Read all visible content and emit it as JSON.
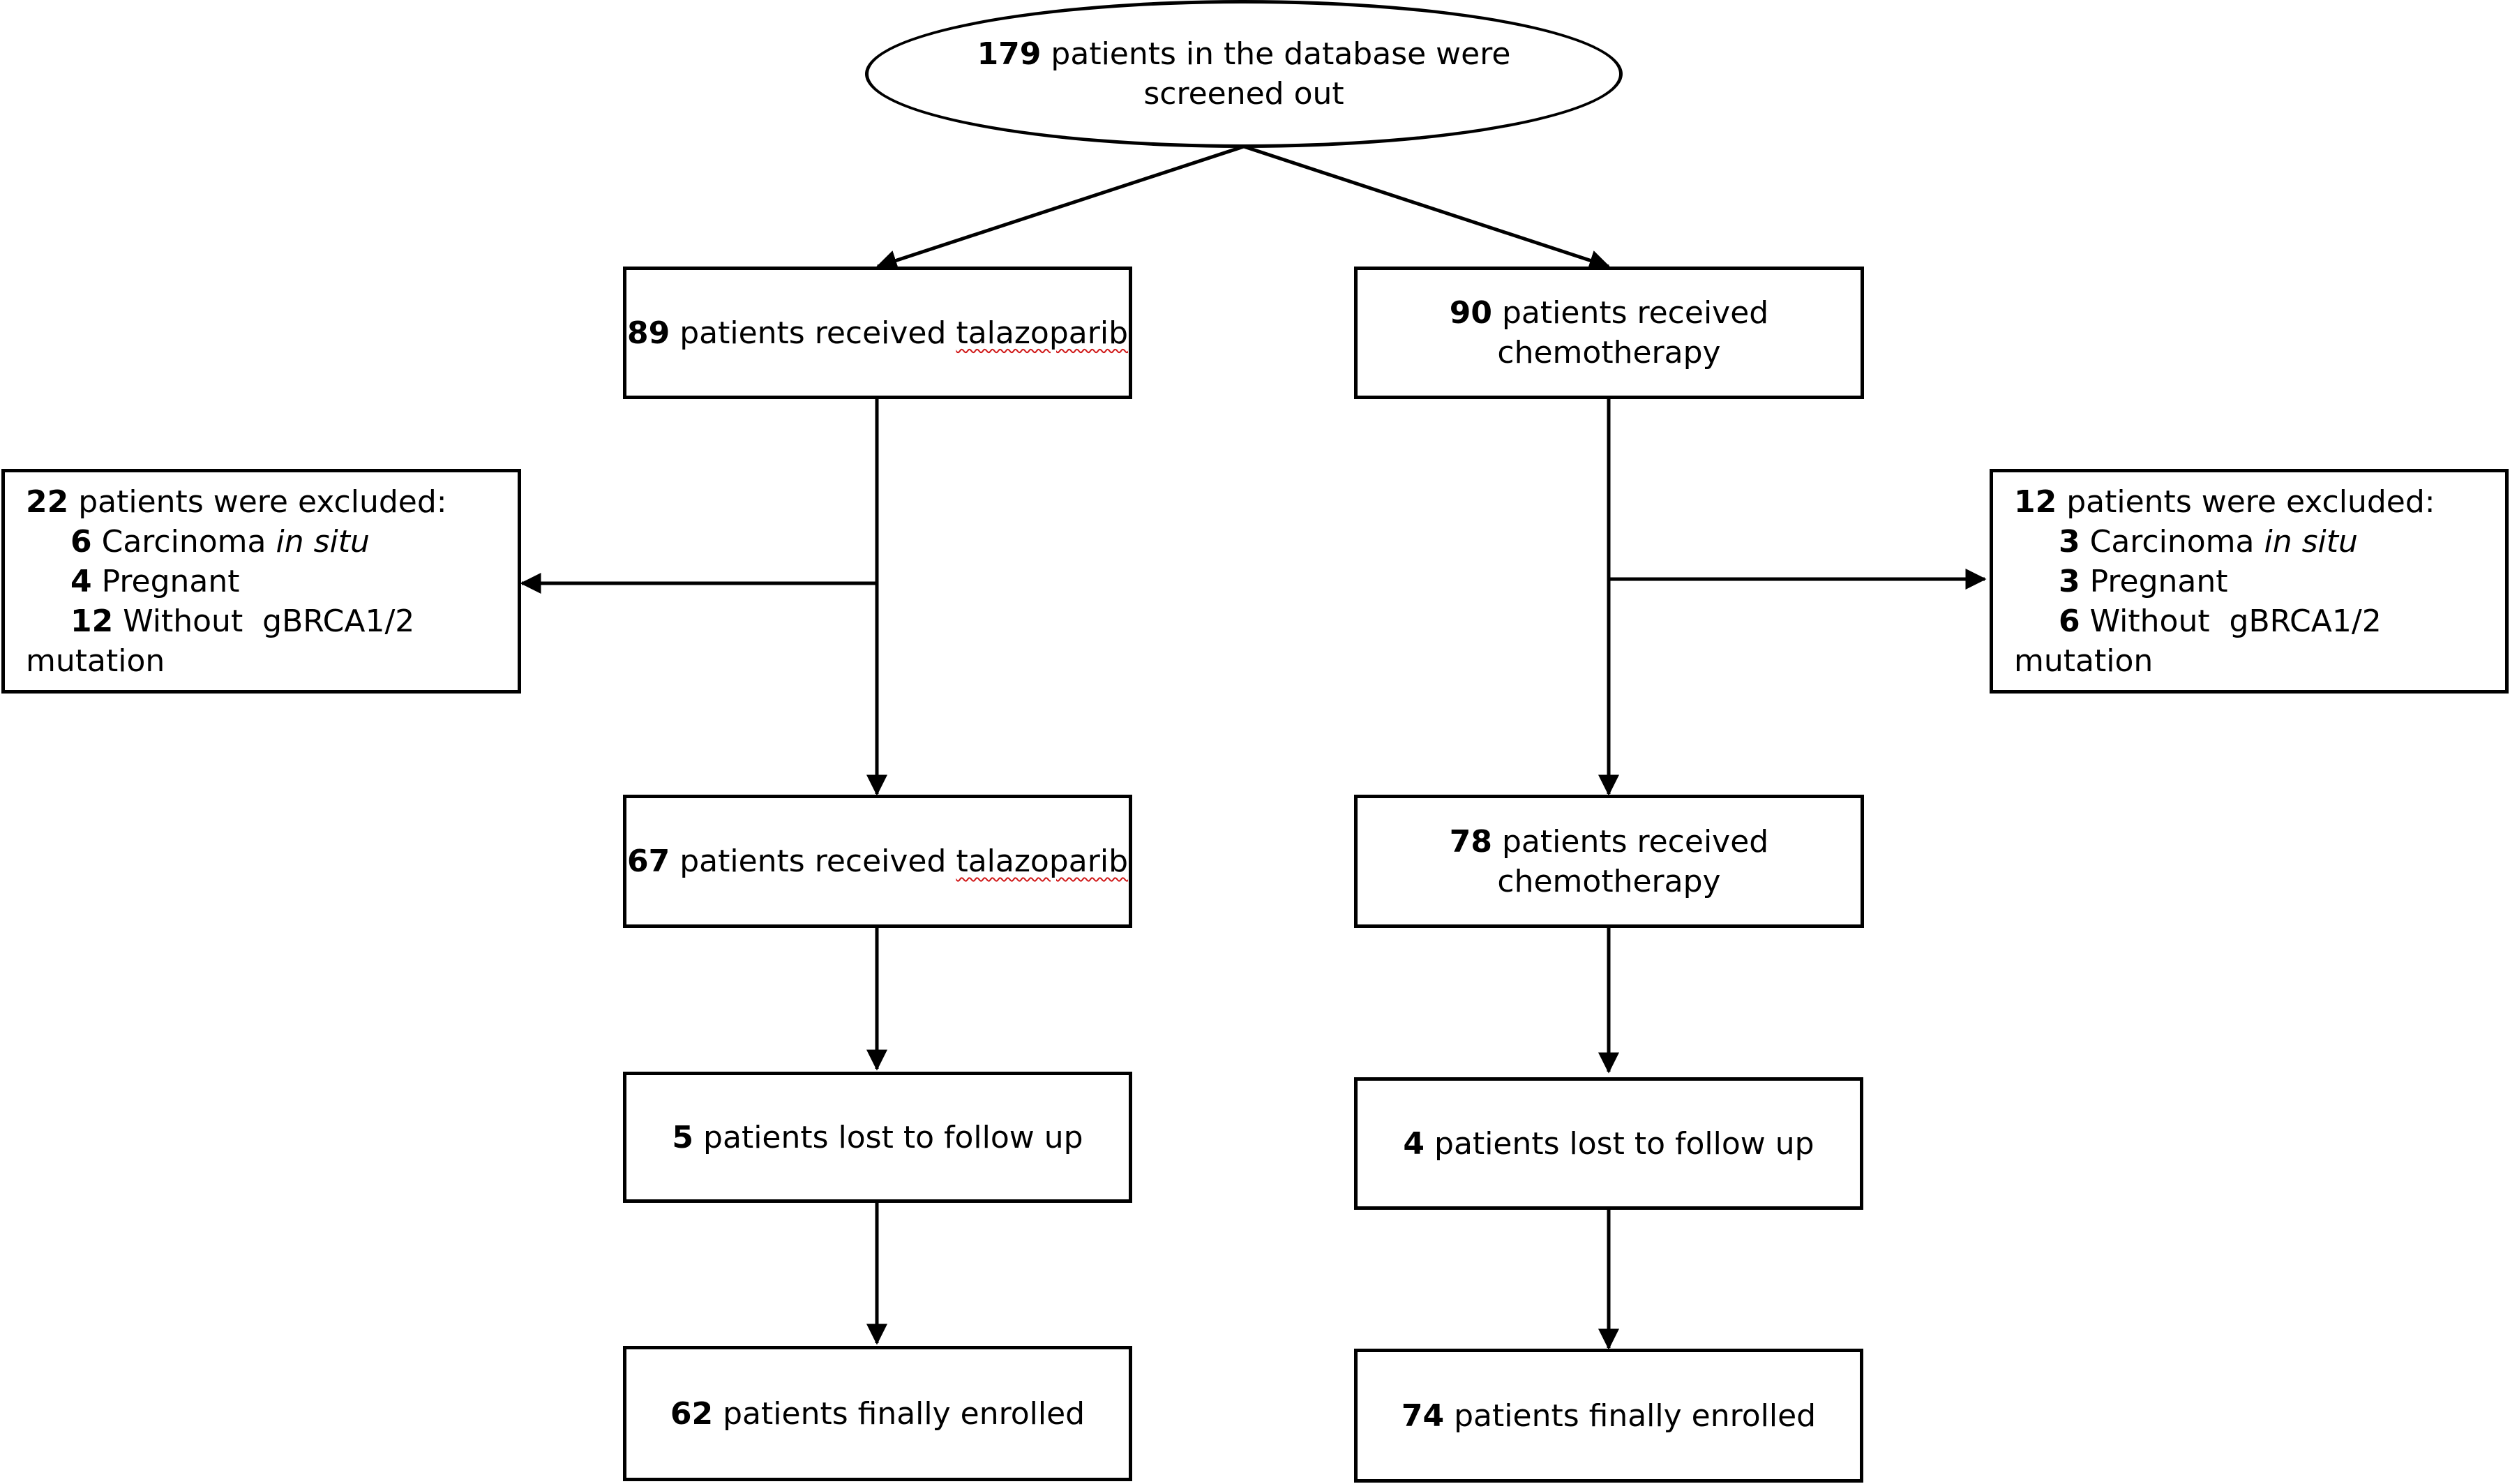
{
  "colors": {
    "line": "#000000",
    "background": "#ffffff",
    "spellcheck": "#d01818"
  },
  "root": {
    "count": "179",
    "text_1": "patients in the database were",
    "text_2": "screened out"
  },
  "left": {
    "received_1": {
      "count": "89",
      "text": "patients received",
      "drug": "talazoparib"
    },
    "excluded": {
      "count": "22",
      "text": "patients were excluded:",
      "items": [
        {
          "count": "6",
          "text": "Carcinoma",
          "italic": "in situ"
        },
        {
          "count": "4",
          "text": "Pregnant"
        },
        {
          "count": "12",
          "text": "Without  gBRCA1/2",
          "continuation": "mutation"
        }
      ]
    },
    "received_2": {
      "count": "67",
      "text": "patients received",
      "drug": "talazoparib"
    },
    "lost": {
      "count": "5",
      "text": "patients lost to follow up"
    },
    "enrolled": {
      "count": "62",
      "text": "patients finally enrolled"
    }
  },
  "right": {
    "received_1": {
      "count": "90",
      "text_1": "patients received",
      "text_2": "chemotherapy"
    },
    "excluded": {
      "count": "12",
      "text": "patients were excluded:",
      "items": [
        {
          "count": "3",
          "text": "Carcinoma",
          "italic": "in situ"
        },
        {
          "count": "3",
          "text": "Pregnant"
        },
        {
          "count": "6",
          "text": "Without  gBRCA1/2",
          "continuation": "mutation"
        }
      ]
    },
    "received_2": {
      "count": "78",
      "text_1": "patients received",
      "text_2": "chemotherapy"
    },
    "lost": {
      "count": "4",
      "text": "patients lost to follow up"
    },
    "enrolled": {
      "count": "74",
      "text": "patients finally enrolled"
    }
  }
}
